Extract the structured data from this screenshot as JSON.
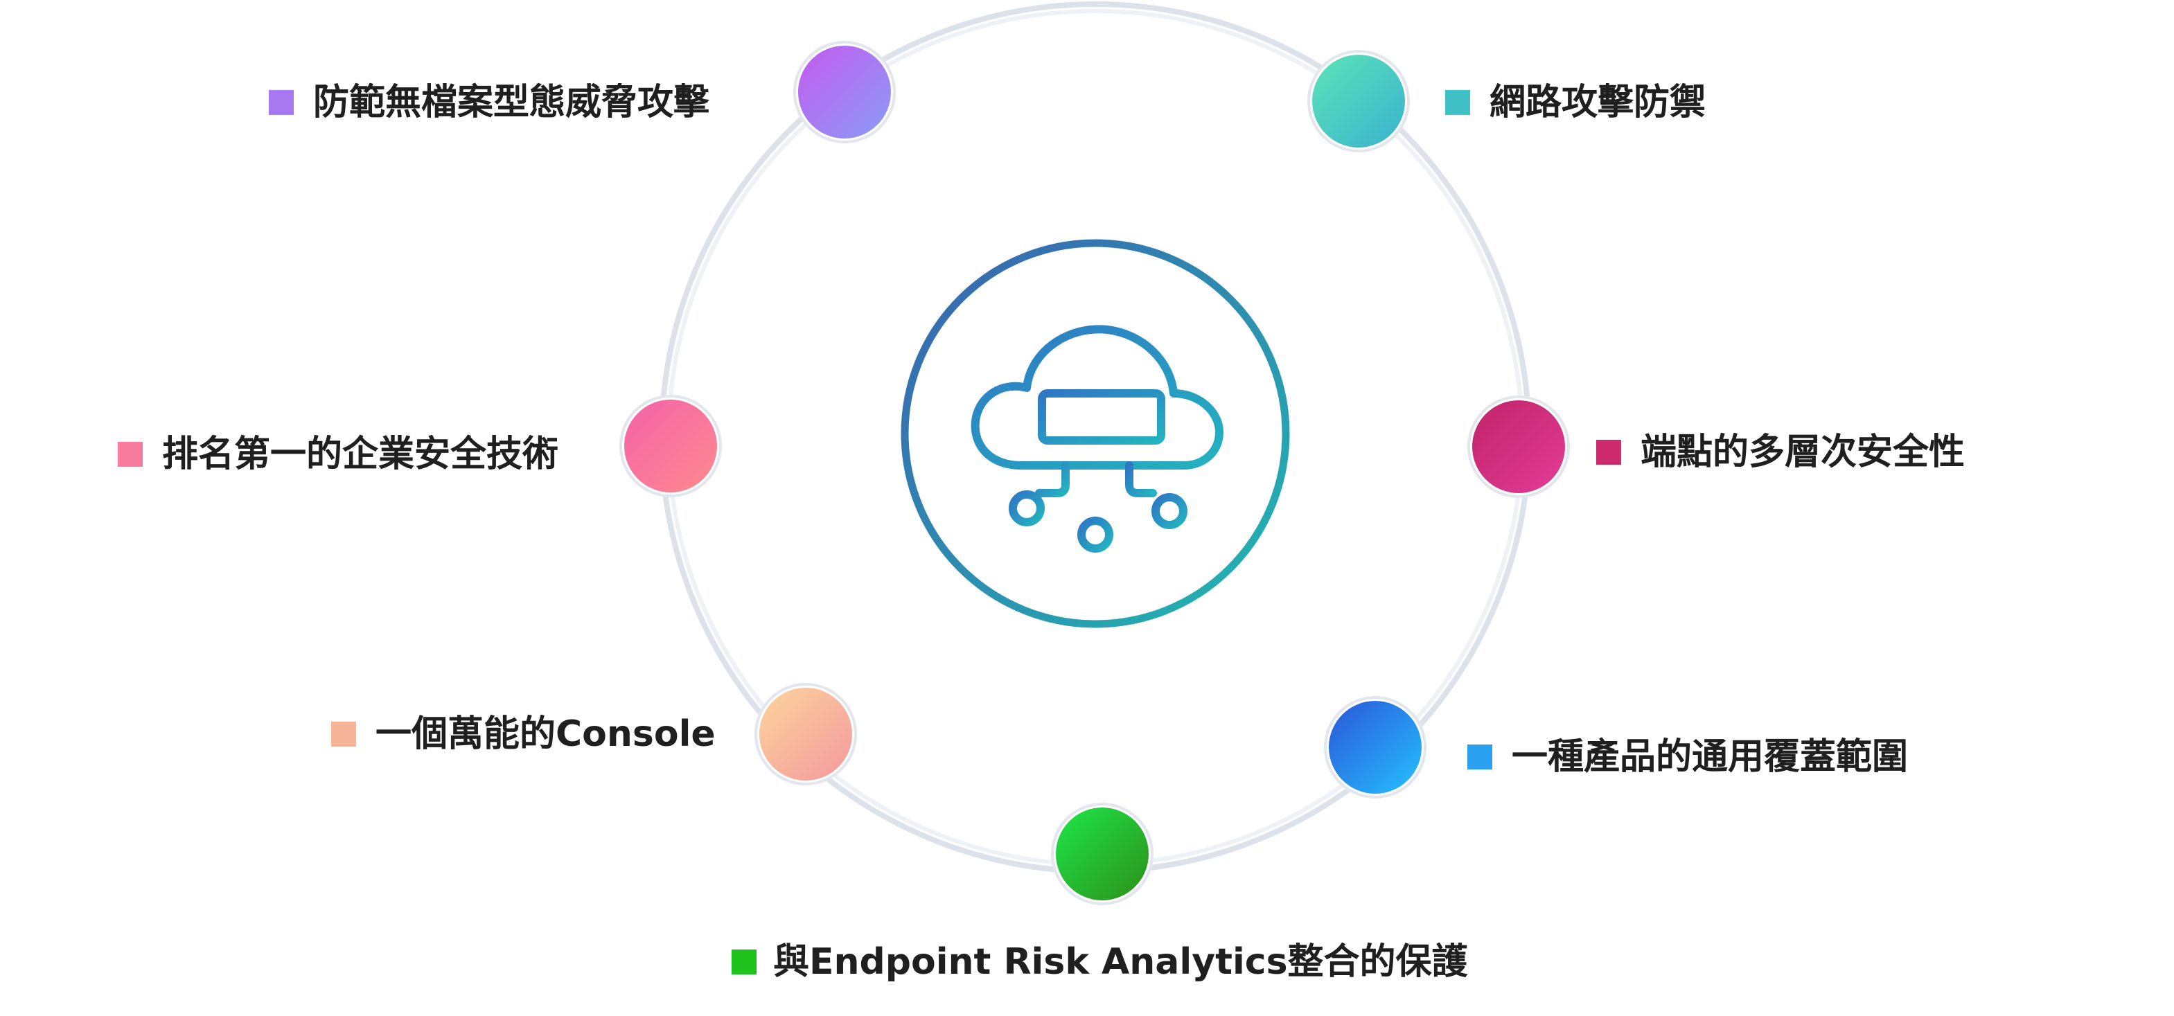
{
  "center": {
    "icon": "cloud-server-network-icon"
  },
  "nodes": [
    {
      "id": "fileless",
      "label": "防範無檔案型態威脅攻擊",
      "color": "#a878f0",
      "grad": [
        "#c45af0",
        "#8a9df5"
      ]
    },
    {
      "id": "network",
      "label": "網路攻擊防禦",
      "color": "#3fc1c6",
      "grad": [
        "#5de3b8",
        "#39b3cf"
      ]
    },
    {
      "id": "layered",
      "label": "端點的多層次安全性",
      "color": "#cc2a6d",
      "grad": [
        "#c0236a",
        "#e33c95"
      ]
    },
    {
      "id": "coverage",
      "label": "一種產品的通用覆蓋範圍",
      "color": "#2aa0f0",
      "grad": [
        "#2a55d8",
        "#25c2ff"
      ]
    },
    {
      "id": "era",
      "label": "與Endpoint Risk Analytics整合的保護",
      "color": "#1ec31e",
      "grad": [
        "#1ee64a",
        "#2d8f19"
      ]
    },
    {
      "id": "console",
      "label": "一個萬能的Console",
      "color": "#f7b398",
      "grad": [
        "#fcd49b",
        "#f3999f"
      ]
    },
    {
      "id": "ranked",
      "label": "排名第一的企業安全技術",
      "color": "#f77b9c",
      "grad": [
        "#f463a8",
        "#fe8a8f"
      ]
    }
  ]
}
